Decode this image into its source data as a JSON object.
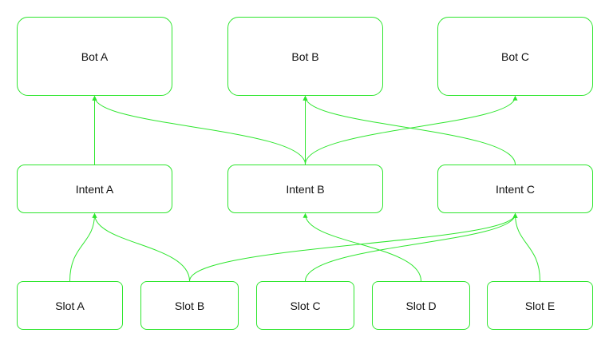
{
  "diagram": {
    "stroke_color": "#2ee62e",
    "text_color": "#111111",
    "bots": [
      {
        "id": "bot_a",
        "label": "Bot A"
      },
      {
        "id": "bot_b",
        "label": "Bot B"
      },
      {
        "id": "bot_c",
        "label": "Bot C"
      }
    ],
    "intents": [
      {
        "id": "intent_a",
        "label": "Intent A"
      },
      {
        "id": "intent_b",
        "label": "Intent B"
      },
      {
        "id": "intent_c",
        "label": "Intent C"
      }
    ],
    "slots": [
      {
        "id": "slot_a",
        "label": "Slot A"
      },
      {
        "id": "slot_b",
        "label": "Slot B"
      },
      {
        "id": "slot_c",
        "label": "Slot C"
      },
      {
        "id": "slot_d",
        "label": "Slot D"
      },
      {
        "id": "slot_e",
        "label": "Slot E"
      }
    ],
    "edges": [
      {
        "from": "intent_a",
        "to": "bot_a"
      },
      {
        "from": "intent_b",
        "to": "bot_a"
      },
      {
        "from": "intent_b",
        "to": "bot_b"
      },
      {
        "from": "intent_b",
        "to": "bot_c"
      },
      {
        "from": "intent_c",
        "to": "bot_b"
      },
      {
        "from": "slot_a",
        "to": "intent_a"
      },
      {
        "from": "slot_b",
        "to": "intent_a"
      },
      {
        "from": "slot_b",
        "to": "intent_c"
      },
      {
        "from": "slot_c",
        "to": "intent_c"
      },
      {
        "from": "slot_d",
        "to": "intent_b"
      },
      {
        "from": "slot_e",
        "to": "intent_c"
      }
    ]
  }
}
